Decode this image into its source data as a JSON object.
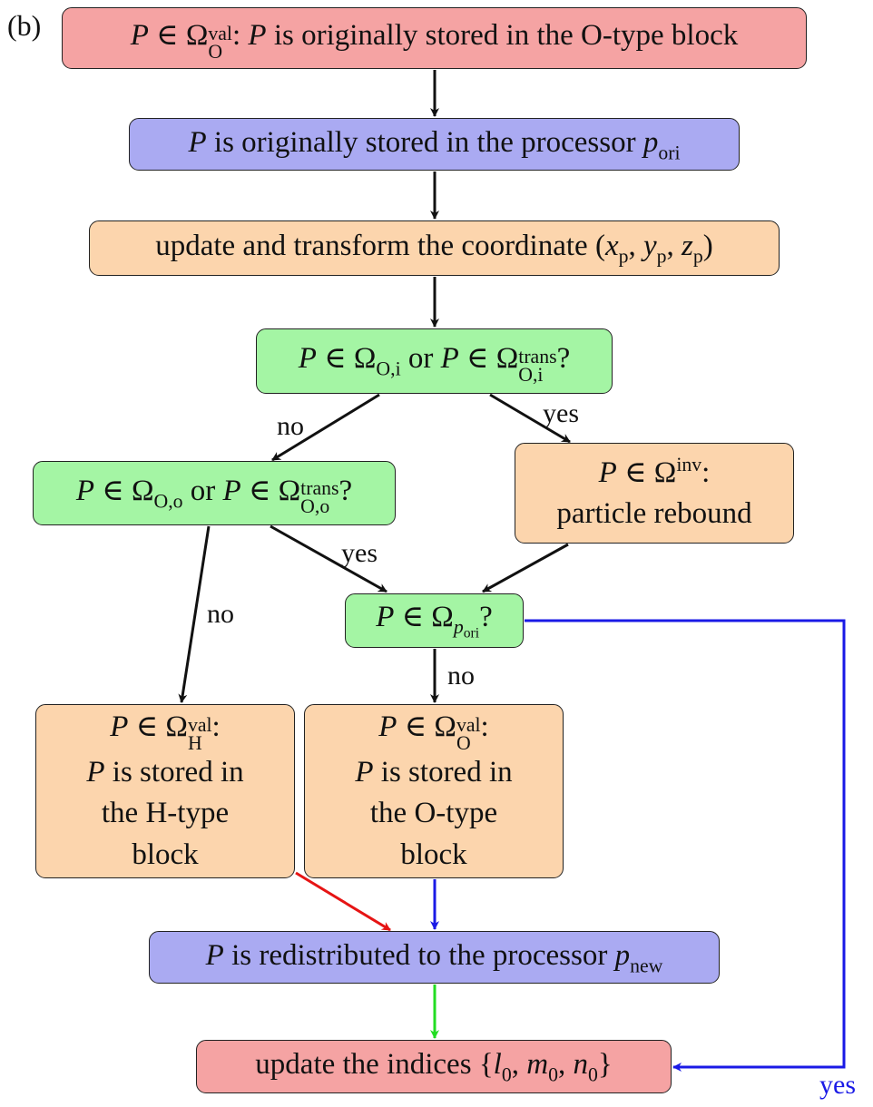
{
  "panel_label": "(b)",
  "nodes": {
    "start": {
      "P": "P",
      "in": "∈",
      "Omega": "Ω",
      "sup": "val",
      "sub": "O",
      "colon": ":",
      "P2": "P",
      "text": "is originally stored in the O-type block"
    },
    "proc_ori": {
      "P": "P",
      "text": "is originally stored in the processor",
      "p": "p",
      "sub": "ori"
    },
    "update_coord": {
      "text": "update and transform the coordinate",
      "open": "(",
      "x": "x",
      "y": "y",
      "z": "z",
      "sub": "p",
      "comma": ",",
      "close": ")"
    },
    "q_inner": {
      "P": "P",
      "in": "∈",
      "Omega": "Ω",
      "sub1": "O,i",
      "or": "or",
      "P2": "P",
      "in2": "∈",
      "Omega2": "Ω",
      "sup2": "trans",
      "sub2": "O,i",
      "q": "?"
    },
    "q_outer": {
      "P": "P",
      "in": "∈",
      "Omega": "Ω",
      "sub1": "O,o",
      "or": "or",
      "P2": "P",
      "in2": "∈",
      "Omega2": "Ω",
      "sup2": "trans",
      "sub2": "O,o",
      "q": "?"
    },
    "rebound": {
      "P": "P",
      "in": "∈",
      "Omega": "Ω",
      "sup": "inv",
      "colon": ":",
      "text": "particle rebound"
    },
    "q_proc": {
      "P": "P",
      "in": "∈",
      "Omega": "Ω",
      "sub_p": "p",
      "sub_ori": "ori",
      "q": "?"
    },
    "h_block": {
      "P": "P",
      "in": "∈",
      "Omega": "Ω",
      "sup": "val",
      "sub": "H",
      "colon": ":",
      "P2": "P",
      "line2": "is stored in",
      "line3": "the H-type",
      "line4": "block"
    },
    "o_block": {
      "P": "P",
      "in": "∈",
      "Omega": "Ω",
      "sup": "val",
      "sub": "O",
      "colon": ":",
      "P2": "P",
      "line2": "is stored in",
      "line3": "the O-type",
      "line4": "block"
    },
    "redistribute": {
      "P": "P",
      "text": "is redistributed to the processor",
      "p": "p",
      "sub": "new"
    },
    "update_idx": {
      "text": "update the indices",
      "open": "{",
      "l": "l",
      "m": "m",
      "n": "n",
      "zero": "0",
      "comma": ",",
      "close": "}"
    }
  },
  "edge_labels": {
    "no_left": "no",
    "yes_right": "yes",
    "yes_mid": "yes",
    "no_outer": "no",
    "no_proc": "no",
    "yes_proc": "yes"
  },
  "colors": {
    "red_box": "#f5a3a3",
    "blue_box": "#aaaaf2",
    "orange_box": "#fcd5ad",
    "green_box": "#a4f5a4",
    "edge_black": "#111111",
    "edge_red": "#e61414",
    "edge_blue": "#1a1ae6",
    "edge_green": "#22dd22"
  }
}
